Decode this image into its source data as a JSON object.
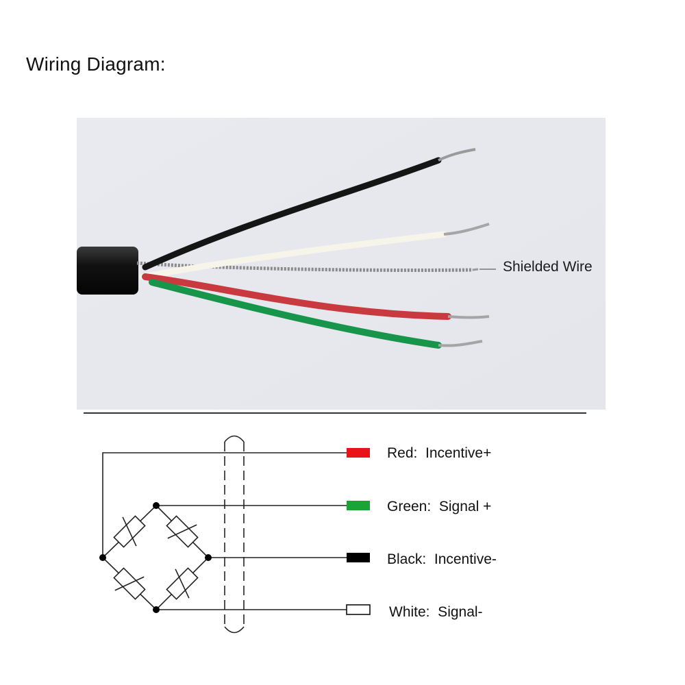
{
  "title": "Wiring Diagram:",
  "photo": {
    "shield_label": "Shielded Wire"
  },
  "legend": [
    {
      "color_name": "Red",
      "function": "Incentive+",
      "swatch": "#e8141a"
    },
    {
      "color_name": "Green",
      "function": "Signal +",
      "swatch": "#1aa337"
    },
    {
      "color_name": "Black",
      "function": "Incentive-",
      "swatch": "#000000"
    },
    {
      "color_name": "White",
      "function": "Signal-",
      "swatch": "#ffffff"
    }
  ],
  "legend_text": [
    "Red:  Incentive+",
    "Green:  Signal +",
    "Black:  Incentive-",
    "White:  Signal-"
  ]
}
